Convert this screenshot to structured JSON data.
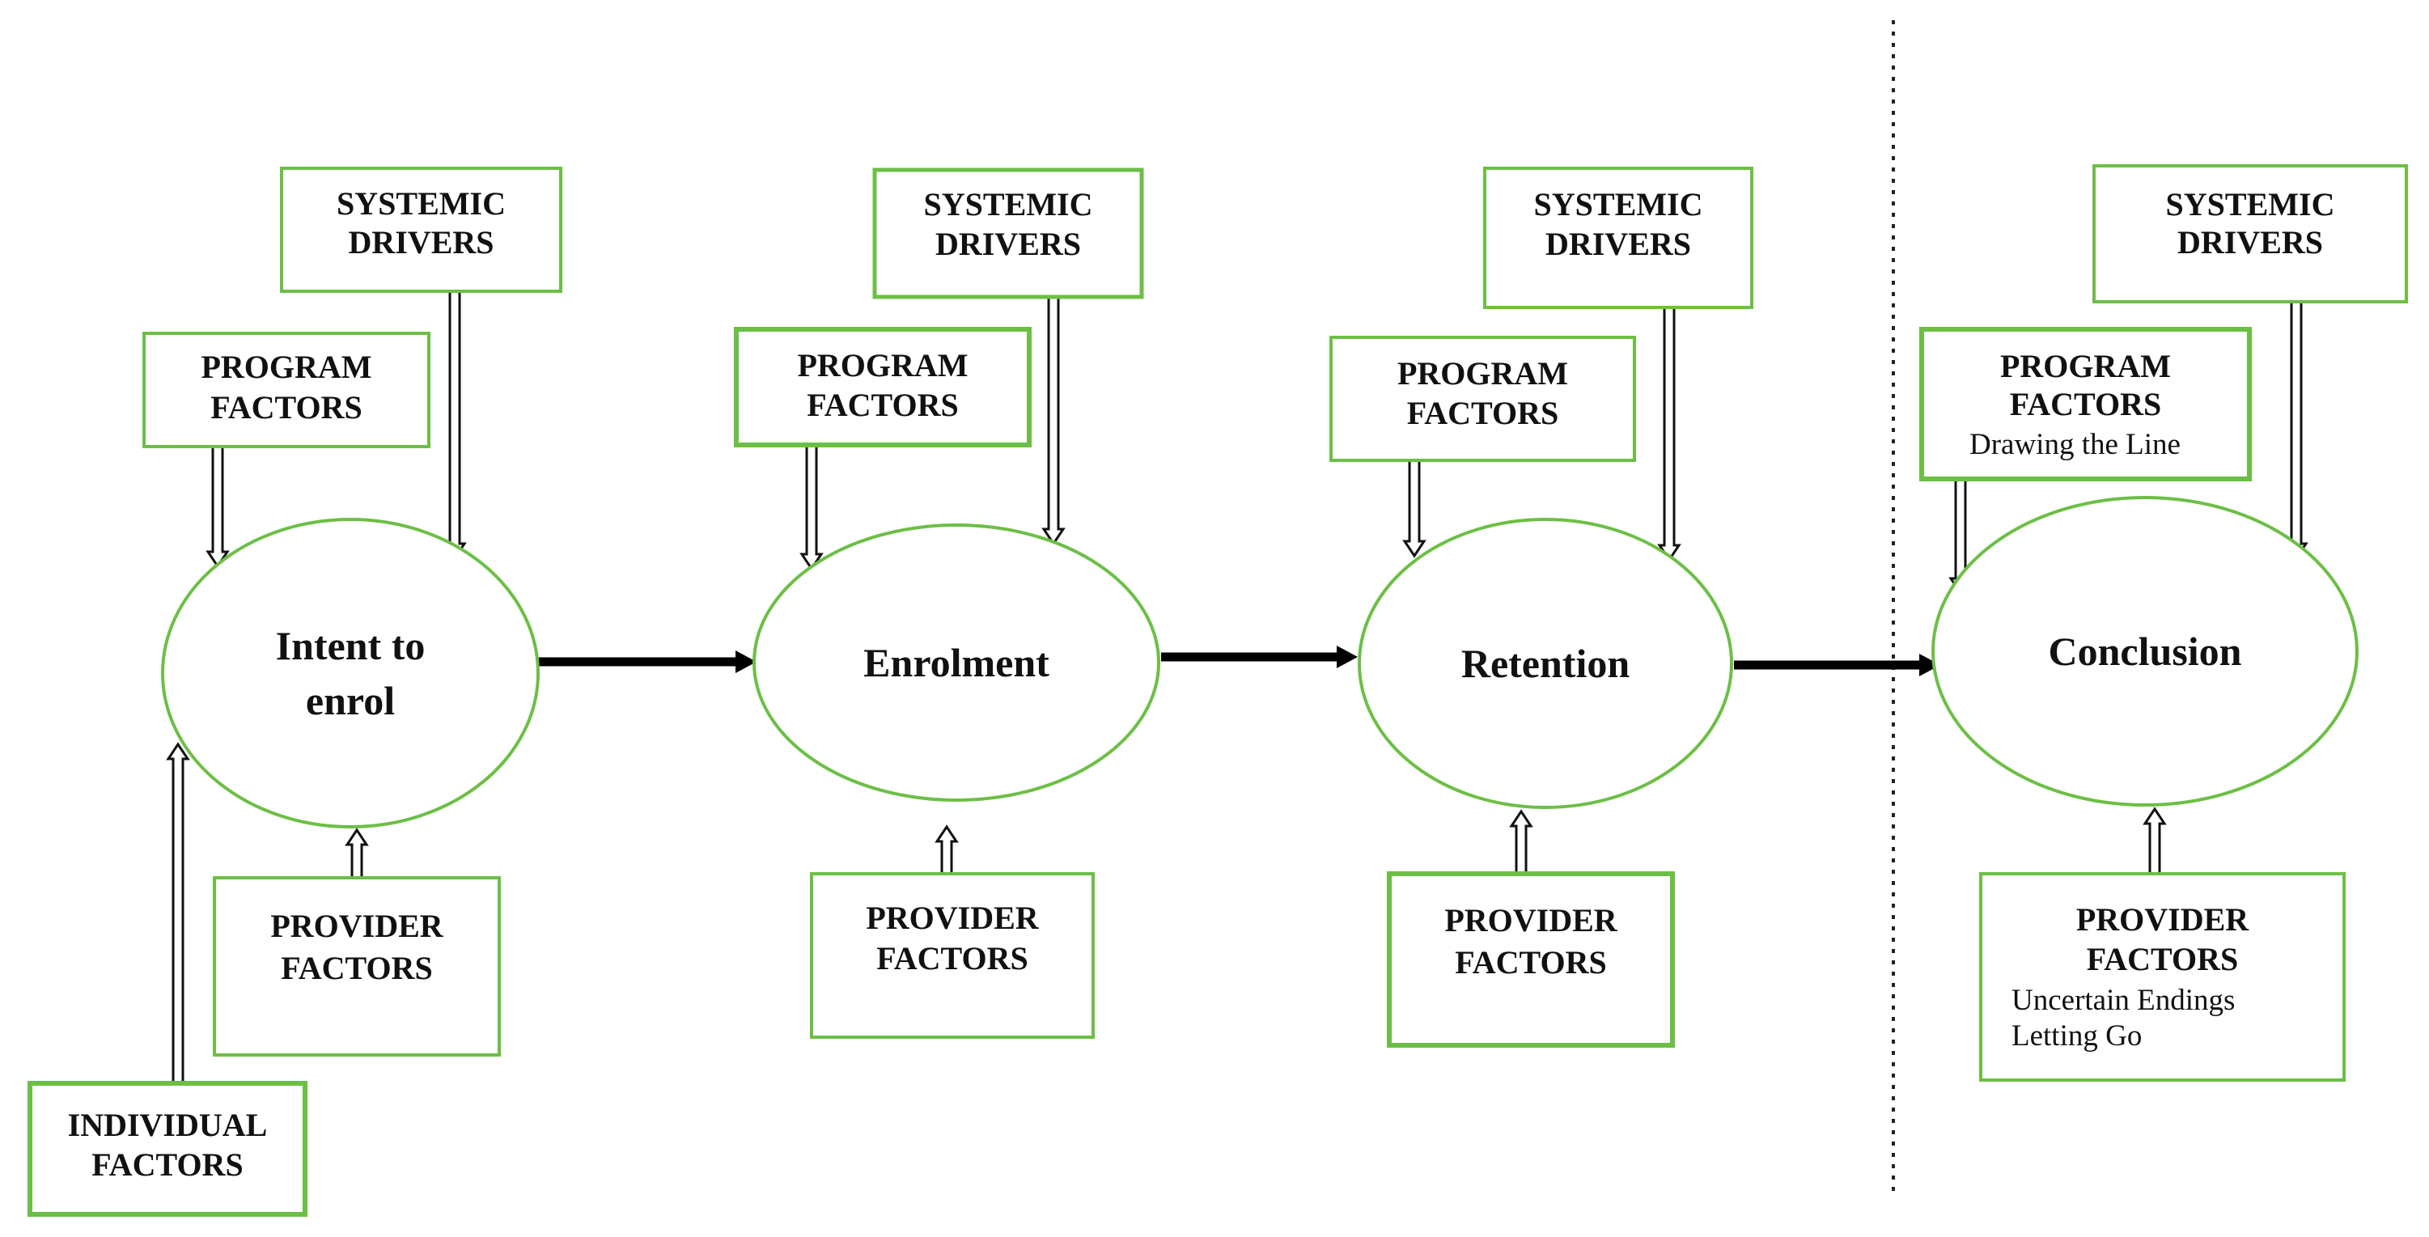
{
  "stages": [
    {
      "id": "intent",
      "label_lines": [
        "Intent to",
        "enrol"
      ]
    },
    {
      "id": "enrolment",
      "label_lines": [
        "Enrolment"
      ]
    },
    {
      "id": "retention",
      "label_lines": [
        "Retention"
      ]
    },
    {
      "id": "conclusion",
      "label_lines": [
        "Conclusion"
      ]
    }
  ],
  "factor_boxes": [
    {
      "stage": "intent",
      "kind": "systemic",
      "lines": [
        "SYSTEMIC",
        "DRIVERS"
      ],
      "notes": []
    },
    {
      "stage": "intent",
      "kind": "program",
      "lines": [
        "PROGRAM",
        "FACTORS"
      ],
      "notes": []
    },
    {
      "stage": "intent",
      "kind": "provider",
      "lines": [
        "PROVIDER",
        "FACTORS"
      ],
      "notes": []
    },
    {
      "stage": "intent",
      "kind": "individual",
      "lines": [
        "INDIVIDUAL",
        "FACTORS"
      ],
      "notes": []
    },
    {
      "stage": "enrolment",
      "kind": "systemic",
      "lines": [
        "SYSTEMIC",
        "DRIVERS"
      ],
      "notes": []
    },
    {
      "stage": "enrolment",
      "kind": "program",
      "lines": [
        "PROGRAM",
        "FACTORS"
      ],
      "notes": []
    },
    {
      "stage": "enrolment",
      "kind": "provider",
      "lines": [
        "PROVIDER",
        "FACTORS"
      ],
      "notes": []
    },
    {
      "stage": "retention",
      "kind": "systemic",
      "lines": [
        "SYSTEMIC",
        "DRIVERS"
      ],
      "notes": []
    },
    {
      "stage": "retention",
      "kind": "program",
      "lines": [
        "PROGRAM",
        "FACTORS"
      ],
      "notes": []
    },
    {
      "stage": "retention",
      "kind": "provider",
      "lines": [
        "PROVIDER",
        "FACTORS"
      ],
      "notes": []
    },
    {
      "stage": "conclusion",
      "kind": "systemic",
      "lines": [
        "SYSTEMIC",
        "DRIVERS"
      ],
      "notes": []
    },
    {
      "stage": "conclusion",
      "kind": "program",
      "lines": [
        "PROGRAM",
        "FACTORS"
      ],
      "notes": [
        "Drawing the Line"
      ]
    },
    {
      "stage": "conclusion",
      "kind": "provider",
      "lines": [
        "PROVIDER",
        "FACTORS"
      ],
      "notes": [
        "Uncertain Endings",
        "Letting Go"
      ]
    }
  ],
  "flow": [
    {
      "from": "intent",
      "to": "enrolment"
    },
    {
      "from": "enrolment",
      "to": "retention"
    },
    {
      "from": "retention",
      "to": "conclusion"
    }
  ],
  "colors": {
    "box_border": "#6cbf45",
    "ellipse_border": "#6cbf45",
    "text": "#111111",
    "arrow": "#000000"
  }
}
